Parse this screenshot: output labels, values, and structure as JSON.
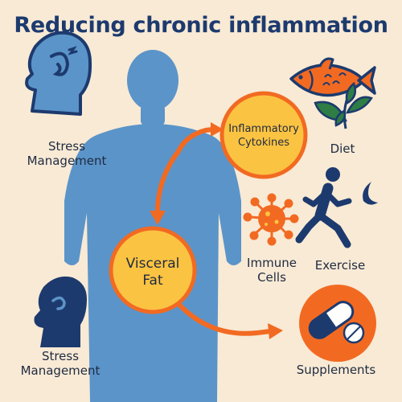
{
  "title": "Reducing chronic inflammation",
  "nodes": {
    "cytokines": [
      "Inflammatory",
      "Cytokines"
    ],
    "visceral_fat": [
      "Visceral",
      "Fat"
    ]
  },
  "factors": {
    "stress_top": [
      "Stress",
      "Management"
    ],
    "stress_bottom": [
      "Stress",
      "Management"
    ],
    "diet": "Diet",
    "immune": [
      "Immune",
      "Cells"
    ],
    "exercise": "Exercise",
    "supplements": "Supplements"
  },
  "colors": {
    "background": "#f8ead5",
    "body": "#5b94c9",
    "navy": "#1d3a6e",
    "accent_orange": "#f26a22",
    "circle_fill": "#fbc342"
  }
}
